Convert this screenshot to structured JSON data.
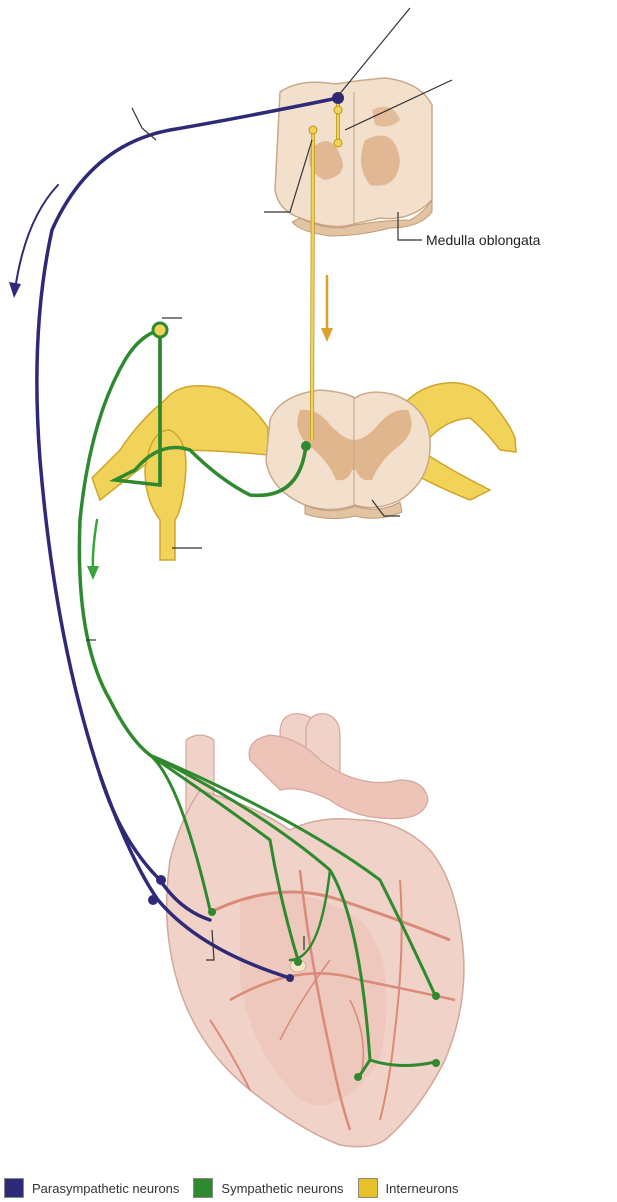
{
  "labels": {
    "medulla": "Medulla oblongata"
  },
  "legend": [
    {
      "label": "Parasympathetic neurons",
      "color": "#2e2a78"
    },
    {
      "label": "Sympathetic neurons",
      "color": "#2f8a2f"
    },
    {
      "label": "Interneurons",
      "color": "#e8c22a"
    }
  ],
  "colors": {
    "parasympathetic": "#2e2a78",
    "sympathetic": "#2f8a2f",
    "interneuron": "#e8c22a",
    "tissue": "#f3e0cc",
    "grey_matter": "#dcae84",
    "heart": "#f1d2c9",
    "vessel": "#d98a78"
  }
}
